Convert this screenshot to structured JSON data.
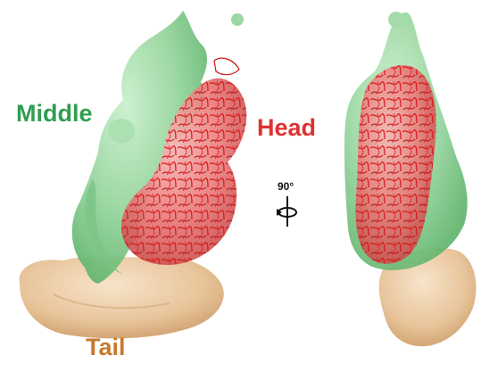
{
  "labels": {
    "middle": "Middle",
    "head": "Head",
    "tail": "Tail",
    "rotation": "90°"
  },
  "colors": {
    "middle": "#2f9e4f",
    "head": "#e03131",
    "tail": "#c9792c",
    "middle_density": "#9fd9a7",
    "head_density": "#e86a6a",
    "tail_density": "#e9c9a3",
    "ribbon": "#d31414"
  },
  "icons": {
    "rotation": "rotation-arrow-icon"
  }
}
